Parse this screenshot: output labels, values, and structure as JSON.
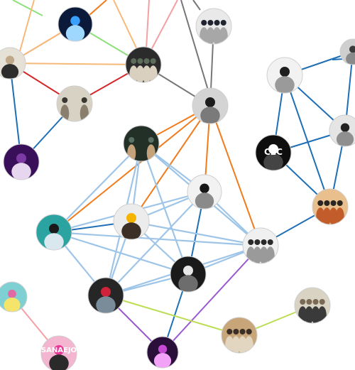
{
  "graph": {
    "title": "",
    "palette": {
      "blue": "#1f6fb6",
      "lightblue": "#9ec5e8",
      "orange": "#f07c1e",
      "red": "#d62728",
      "green": "#8ee07c",
      "pink": "#f4a0a5",
      "gray": "#777777",
      "purple": "#9b59d0",
      "lime": "#bddd55",
      "lightorange": "#f7b97a"
    },
    "nodes": [
      {
        "id": "n1",
        "name": "night-city-artist-node",
        "thumb": "blue-night-skyline"
      },
      {
        "id": "n2",
        "name": "trio-portrait-artist-node",
        "thumb": "three-men-dark"
      },
      {
        "id": "n3",
        "name": "band-group-photo-node",
        "thumb": "four-men-light"
      },
      {
        "id": "n4",
        "name": "sunglasses-artist-node",
        "thumb": "man-outdoor"
      },
      {
        "id": "n5",
        "name": "duo-sepia-artist-node",
        "thumb": "sepia-duo"
      },
      {
        "id": "n6",
        "name": "purple-cover-node",
        "thumb": "purple-album"
      },
      {
        "id": "n7",
        "name": "central-artist-node",
        "thumb": "portrait-bw"
      },
      {
        "id": "n8",
        "name": "dark-duo-artist-node",
        "thumb": "dark-duo"
      },
      {
        "id": "n9",
        "name": "trumpet-artist-node",
        "thumb": "hand-raised-bw"
      },
      {
        "id": "n10",
        "name": "denim-artist-node",
        "thumb": "teal-graffiti"
      },
      {
        "id": "n11",
        "name": "yellow-jacket-artist-node",
        "thumb": "yellow-jacket"
      },
      {
        "id": "n12",
        "name": "group-sitting-node",
        "thumb": "group-white"
      },
      {
        "id": "n13",
        "name": "spiral-album-node",
        "thumb": "spiral-bw"
      },
      {
        "id": "n14",
        "name": "red-hat-artist-node",
        "thumb": "red-hat"
      },
      {
        "id": "n15",
        "name": "teal-cover-node",
        "thumb": "teal-album"
      },
      {
        "id": "n16",
        "name": "sanaejo-cover-node",
        "thumb": "pink-album",
        "label": "SANAEJO"
      },
      {
        "id": "n17",
        "name": "purple-stage-node",
        "thumb": "purple-stage"
      },
      {
        "id": "n18",
        "name": "desert-band-node",
        "thumb": "band-outdoor"
      },
      {
        "id": "n19",
        "name": "wall-band-node",
        "thumb": "band-wall"
      },
      {
        "id": "n20",
        "name": "suit-artist-node",
        "thumb": "man-suit-bw"
      },
      {
        "id": "n21",
        "name": "logo-emblem-node",
        "thumb": "black-logo",
        "label": "C2C"
      },
      {
        "id": "n22",
        "name": "side-artist-node",
        "thumb": "man-bw-side"
      },
      {
        "id": "n23",
        "name": "orange-band-node",
        "thumb": "band-orange"
      },
      {
        "id": "n24",
        "name": "top-right-node",
        "thumb": "partial-gray"
      }
    ],
    "edges": [
      {
        "from": "n3",
        "to": "n7",
        "color": "gray"
      },
      {
        "from": "n7",
        "to": "n8",
        "color": "orange"
      },
      {
        "from": "n7",
        "to": "n9",
        "color": "orange"
      },
      {
        "from": "n7",
        "to": "n11",
        "color": "orange"
      },
      {
        "from": "n7",
        "to": "n10",
        "color": "orange"
      },
      {
        "from": "n7",
        "to": "n12",
        "color": "orange"
      },
      {
        "from": "n8",
        "to": "n9",
        "color": "lightblue"
      },
      {
        "from": "n8",
        "to": "n10",
        "color": "lightblue"
      },
      {
        "from": "n8",
        "to": "n11",
        "color": "lightblue"
      },
      {
        "from": "n8",
        "to": "n12",
        "color": "lightblue"
      },
      {
        "from": "n8",
        "to": "n13",
        "color": "lightblue"
      },
      {
        "from": "n8",
        "to": "n14",
        "color": "lightblue"
      },
      {
        "from": "n9",
        "to": "n10",
        "color": "lightblue"
      },
      {
        "from": "n9",
        "to": "n11",
        "color": "lightblue"
      },
      {
        "from": "n9",
        "to": "n12",
        "color": "lightblue"
      },
      {
        "from": "n9",
        "to": "n13",
        "color": "blue"
      },
      {
        "from": "n9",
        "to": "n14",
        "color": "lightblue"
      },
      {
        "from": "n10",
        "to": "n11",
        "color": "blue"
      },
      {
        "from": "n10",
        "to": "n12",
        "color": "lightblue"
      },
      {
        "from": "n10",
        "to": "n13",
        "color": "lightblue"
      },
      {
        "from": "n10",
        "to": "n14",
        "color": "lightblue"
      },
      {
        "from": "n11",
        "to": "n12",
        "color": "lightblue"
      },
      {
        "from": "n11",
        "to": "n13",
        "color": "lightblue"
      },
      {
        "from": "n11",
        "to": "n14",
        "color": "lightblue"
      },
      {
        "from": "n12",
        "to": "n13",
        "color": "lightblue"
      },
      {
        "from": "n12",
        "to": "n14",
        "color": "lightblue"
      },
      {
        "from": "n13",
        "to": "n14",
        "color": "lightblue"
      },
      {
        "from": "n12",
        "to": "n23",
        "color": "blue"
      },
      {
        "from": "n12",
        "to": "n17",
        "color": "purple"
      },
      {
        "from": "n13",
        "to": "n17",
        "color": "blue"
      },
      {
        "from": "n14",
        "to": "n17",
        "color": "purple"
      },
      {
        "from": "n14",
        "to": "n18",
        "color": "lime"
      },
      {
        "from": "n18",
        "to": "n19",
        "color": "lime"
      },
      {
        "from": "n15",
        "to": "n16",
        "color": "pink"
      },
      {
        "from": "n4",
        "to": "n6",
        "color": "blue"
      },
      {
        "from": "n6",
        "to": "n5",
        "color": "blue"
      },
      {
        "from": "n4",
        "to": "n5",
        "color": "red"
      },
      {
        "from": "n4",
        "to": "n1",
        "color": "pink"
      },
      {
        "from": "n4",
        "to": "n2",
        "color": "lightorange"
      },
      {
        "from": "n1",
        "to": "n2",
        "color": "green"
      },
      {
        "from": "n5",
        "to": "n2",
        "color": "red"
      },
      {
        "from": "n2",
        "to": "n7",
        "color": "gray"
      },
      {
        "from": "n20",
        "to": "n21",
        "color": "blue"
      },
      {
        "from": "n20",
        "to": "n22",
        "color": "blue"
      },
      {
        "from": "n20",
        "to": "n23",
        "color": "blue"
      },
      {
        "from": "n21",
        "to": "n22",
        "color": "blue"
      },
      {
        "from": "n21",
        "to": "n23",
        "color": "blue"
      },
      {
        "from": "n22",
        "to": "n23",
        "color": "blue"
      },
      {
        "from": "n20",
        "to": "n24",
        "color": "blue"
      },
      {
        "from": "n24",
        "to": "n22",
        "color": "blue"
      },
      {
        "from": "n4",
        "to": "n1",
        "color": "lightorange"
      }
    ]
  }
}
